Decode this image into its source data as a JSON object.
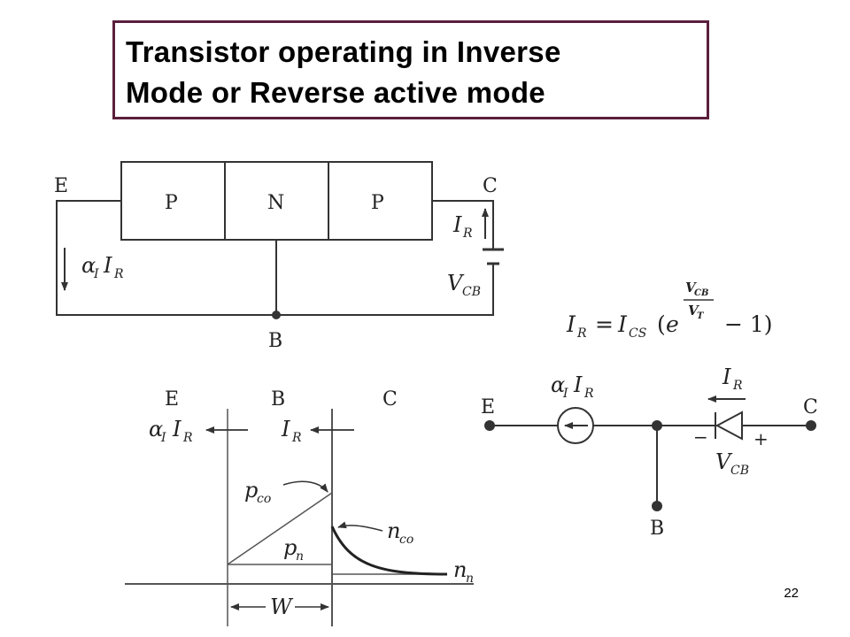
{
  "title": {
    "line1": "Transistor operating in Inverse",
    "line2": "Mode or Reverse active mode"
  },
  "page_number": "22",
  "top_circuit": {
    "emitter": "E",
    "collector": "C",
    "base": "B",
    "regions": [
      "P",
      "N",
      "P"
    ],
    "current_alpha": "α",
    "current_alpha_sub": "I",
    "current_main": "I",
    "current_main_sub": "R",
    "voltage": "V",
    "voltage_sub": "CB"
  },
  "equation": {
    "lhs": "I",
    "lhs_sub": "R",
    "eq": "=",
    "coef": "I",
    "coef_sub": "CS",
    "open": "(",
    "e": "e",
    "exp_num": "V",
    "exp_num_sub": "CB",
    "exp_den": "V",
    "exp_den_sub": "T",
    "tail": "− 1)"
  },
  "profile": {
    "E": "E",
    "B": "B",
    "C": "C",
    "alpha": "α",
    "alpha_sub": "I",
    "ir": "I",
    "ir_sub": "R",
    "ir2": "I",
    "ir2_sub": "R",
    "pco": "p",
    "pco_sub": "co",
    "pn": "p",
    "pn_sub": "n",
    "nco": "n",
    "nco_sub": "co",
    "nn": "n",
    "nn_sub": "n",
    "width": "W"
  },
  "model": {
    "E": "E",
    "C": "C",
    "B": "B",
    "alpha": "α",
    "alpha_sub": "I",
    "ir": "I",
    "ir_sub": "R",
    "ir2": "I",
    "ir2_sub": "R",
    "minus": "−",
    "plus": "+",
    "v": "V",
    "v_sub": "CB"
  }
}
